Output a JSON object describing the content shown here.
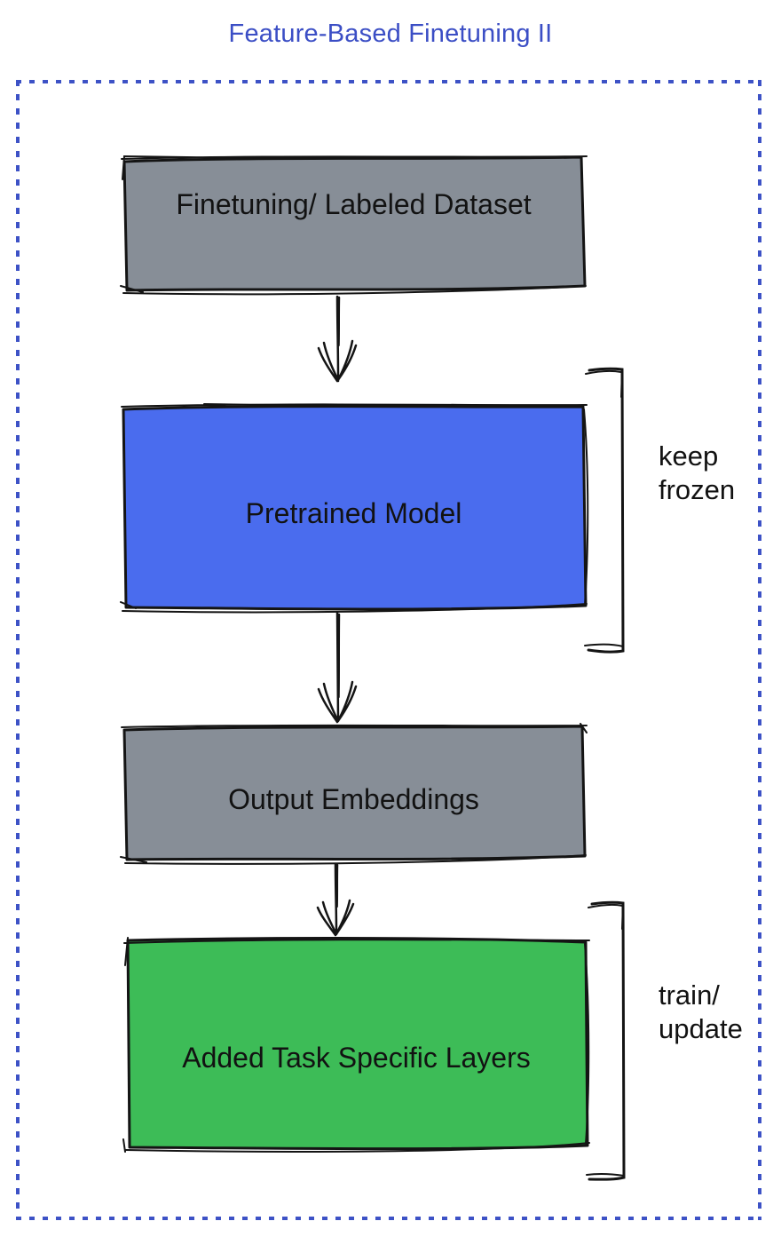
{
  "title": {
    "text": "Feature-Based Finetuning II",
    "color": "#3B4EC5"
  },
  "frame": {
    "style": "dotted",
    "color": "#3D52C6"
  },
  "palette": {
    "ink": "#141414",
    "box_gray": "#878E97",
    "box_blue": "#4A6CEE",
    "box_green": "#3DBC57"
  },
  "nodes": [
    {
      "id": "finetuning-dataset",
      "label": "Finetuning/ Labeled Dataset",
      "fill": "#878E97"
    },
    {
      "id": "pretrained-model",
      "label": "Pretrained Model",
      "fill": "#4A6CEE"
    },
    {
      "id": "output-embeddings",
      "label": "Output Embeddings",
      "fill": "#878E97"
    },
    {
      "id": "added-task-layers",
      "label": "Added Task Specific Layers",
      "fill": "#3DBC57"
    }
  ],
  "edges": [
    {
      "from": "finetuning-dataset",
      "to": "pretrained-model"
    },
    {
      "from": "pretrained-model",
      "to": "output-embeddings"
    },
    {
      "from": "output-embeddings",
      "to": "added-task-layers"
    }
  ],
  "annotations": [
    {
      "id": "keep-frozen",
      "target": "pretrained-model",
      "lines": [
        "keep",
        "frozen"
      ]
    },
    {
      "id": "train-update",
      "target": "added-task-layers",
      "lines": [
        "train/",
        "update"
      ]
    }
  ]
}
